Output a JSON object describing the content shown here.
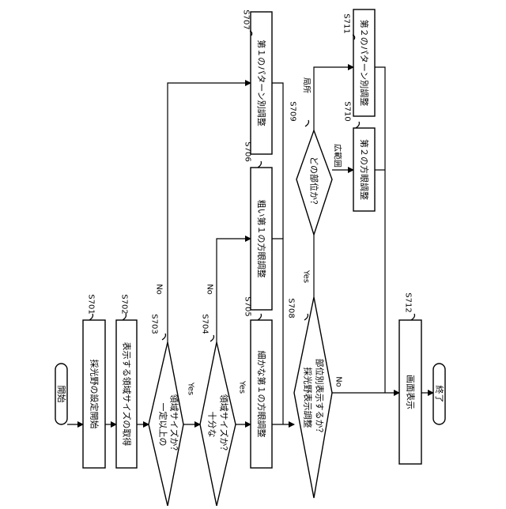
{
  "steps": {
    "s701": {
      "id": "S701",
      "label": "採光野の設定開始"
    },
    "s702": {
      "id": "S702",
      "label": "表示する領域サイズの取得"
    },
    "s703": {
      "id": "S703",
      "line1": "一定以上の",
      "line2": "領域サイズか？"
    },
    "s704": {
      "id": "S704",
      "line1": "十分な",
      "line2": "領域サイズか？"
    },
    "s705": {
      "id": "S705",
      "label": "細かな第１の方眼調整"
    },
    "s706": {
      "id": "S706",
      "label": "粗い第１の方眼調整"
    },
    "s707": {
      "id": "S707",
      "label": "第１のパターン別調整"
    },
    "s708": {
      "id": "S708",
      "line1": "採光野表示調整",
      "line2": "部位別表示するか？"
    },
    "s709": {
      "id": "S709",
      "label": "どの部位か？"
    },
    "s710": {
      "id": "S710",
      "label": "第２の方眼調整"
    },
    "s711": {
      "id": "S711",
      "label": "第２のパターン別調整"
    },
    "s712": {
      "id": "S712",
      "label": "画面表示"
    }
  },
  "terminals": {
    "start": "開始",
    "end": "終了"
  },
  "edges": {
    "s703_yes": "Yes",
    "s703_no": "No",
    "s704_yes": "Yes",
    "s704_no": "No",
    "s708_yes": "Yes",
    "s708_no": "No",
    "s709_wide": "広範囲",
    "s709_local": "局所"
  }
}
